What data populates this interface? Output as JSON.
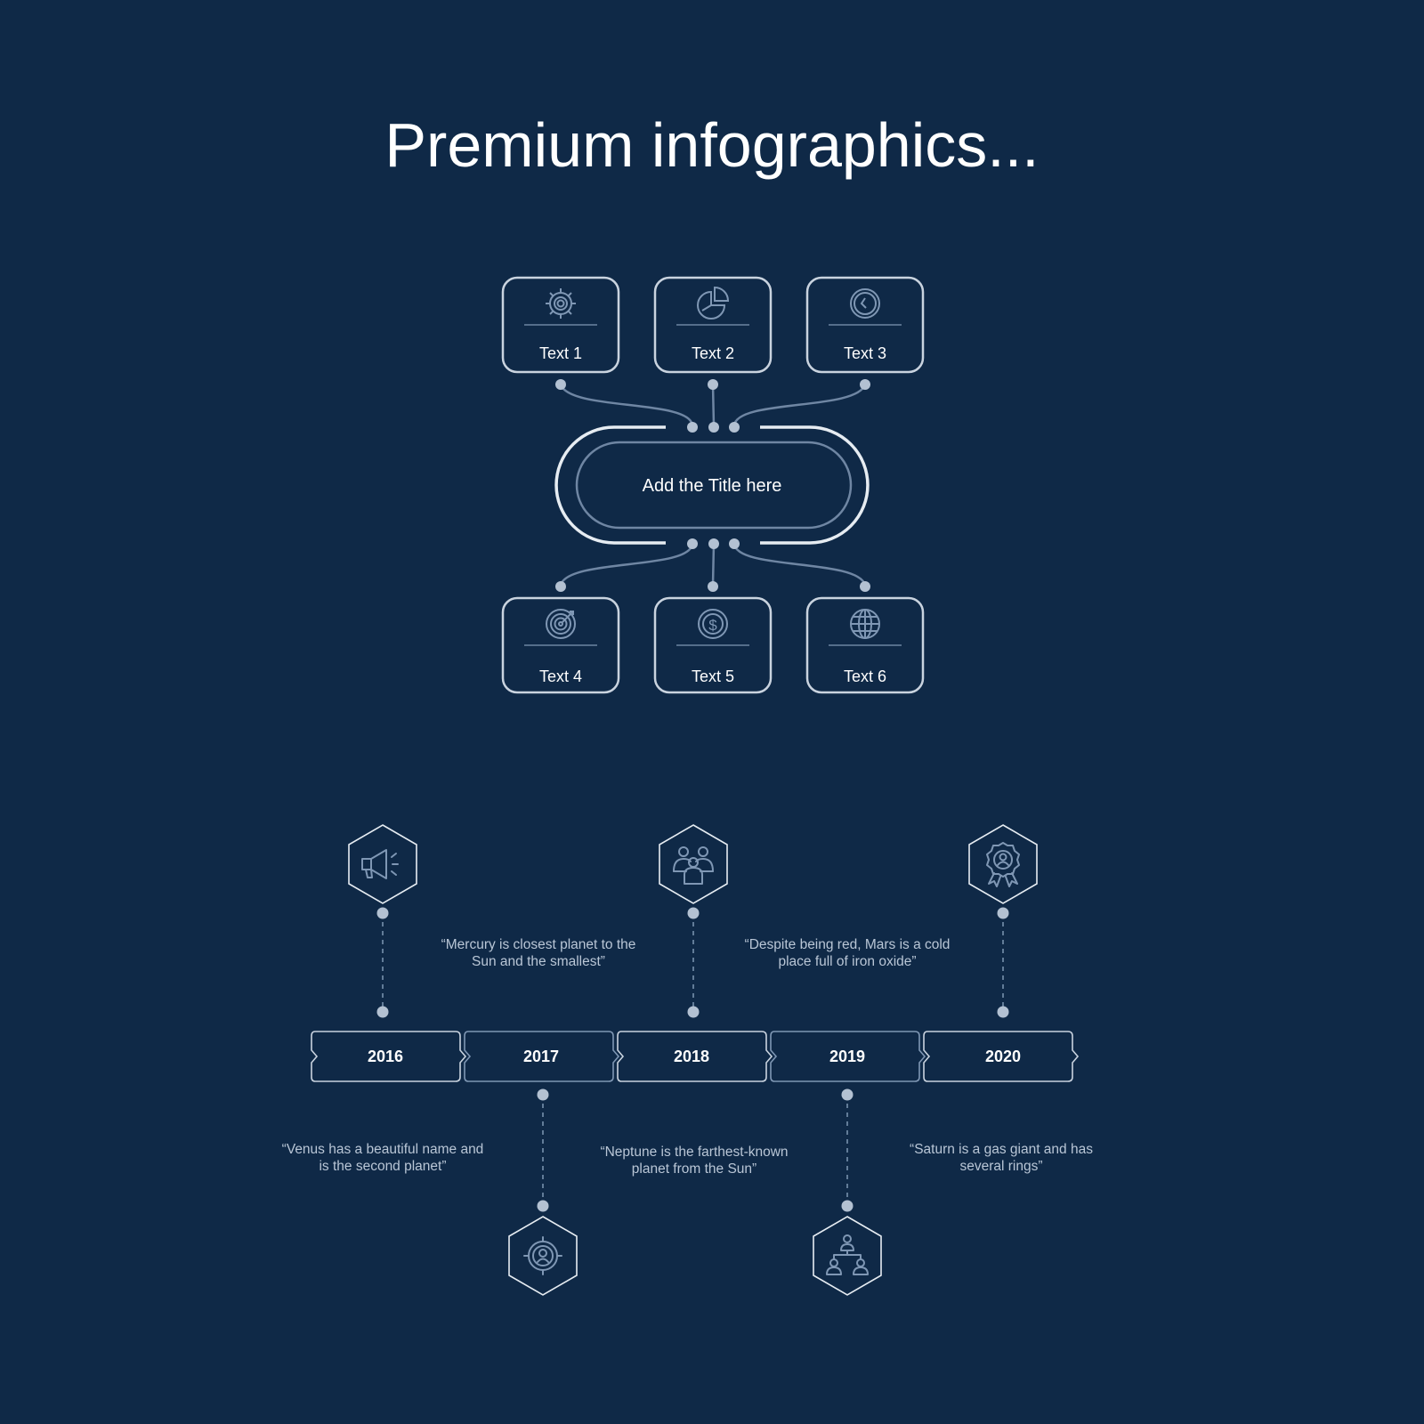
{
  "title": "Premium infographics...",
  "center_title": "Add the Title here",
  "boxes": [
    {
      "label": "Text 1",
      "icon": "gear-icon"
    },
    {
      "label": "Text 2",
      "icon": "pie-chart-icon"
    },
    {
      "label": "Text 3",
      "icon": "clock-icon"
    },
    {
      "label": "Text 4",
      "icon": "target-icon"
    },
    {
      "label": "Text 5",
      "icon": "dollar-coin-icon"
    },
    {
      "label": "Text 6",
      "icon": "globe-icon"
    }
  ],
  "timeline": [
    {
      "year": "2016",
      "icon": "megaphone-icon",
      "quote": "“Venus has a beautiful name and is the second planet”"
    },
    {
      "year": "2017",
      "icon": "user-target-icon",
      "quote": "“Mercury is closest planet to the Sun and the smallest”"
    },
    {
      "year": "2018",
      "icon": "team-icon",
      "quote": "“Neptune is the farthest-known planet from the Sun”"
    },
    {
      "year": "2019",
      "icon": "org-chart-icon",
      "quote": "“Despite being red, Mars is a cold place full of iron oxide”"
    },
    {
      "year": "2020",
      "icon": "award-badge-icon",
      "quote": "“Saturn is a gas giant and has several rings”"
    }
  ],
  "colors": {
    "background": "#0f2947",
    "outline": "#c9d3df",
    "connector": "#6f86a3",
    "icon": "#7f97b4",
    "dot": "#b3c1d2",
    "quote_text": "#b9c6d6"
  }
}
